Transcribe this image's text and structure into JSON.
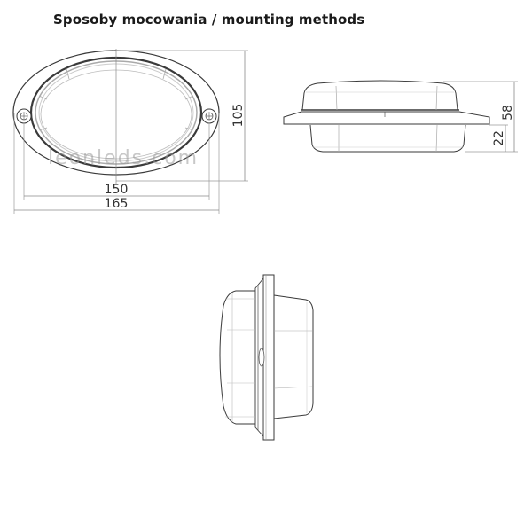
{
  "title": "Sposoby mocowania / mounting methods",
  "watermark": "leonleds.com",
  "colors": {
    "line": "#3a3a3a",
    "thin_line": "#9a9a9a",
    "dim_line": "#8a8a8a",
    "text": "#1a1a1a",
    "background": "#ffffff"
  },
  "views": {
    "front": {
      "label": "front-view",
      "dimensions": {
        "hole_spacing": "150",
        "overall_width": "165",
        "overall_height": "105"
      }
    },
    "side": {
      "label": "side-view-flush-mount",
      "dimensions": {
        "total_height": "58",
        "recess_depth": "22"
      }
    },
    "profile": {
      "label": "profile-view-wall-mount"
    }
  }
}
